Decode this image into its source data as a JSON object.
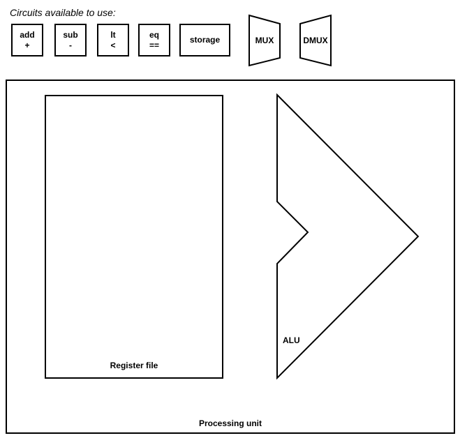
{
  "caption": "Circuits available to use:",
  "circuits": {
    "add": {
      "line1": "add",
      "line2": "+"
    },
    "sub": {
      "line1": "sub",
      "line2": "-"
    },
    "lt": {
      "line1": "lt",
      "line2": "<"
    },
    "eq": {
      "line1": "eq",
      "line2": "=="
    },
    "storage": {
      "line1": "storage"
    },
    "mux": {
      "label": "MUX"
    },
    "dmux": {
      "label": "DMUX"
    }
  },
  "processing_unit": {
    "label": "Processing unit",
    "register_file": {
      "label": "Register file"
    },
    "alu": {
      "label": "ALU"
    }
  }
}
